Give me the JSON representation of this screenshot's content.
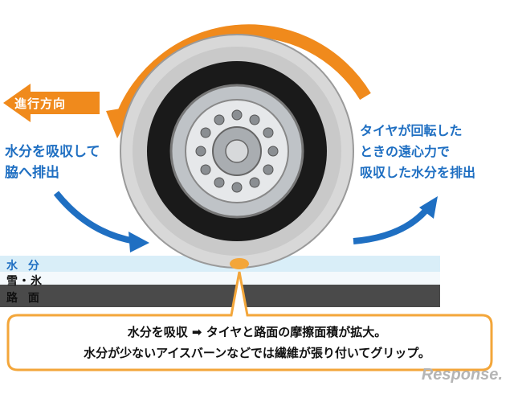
{
  "direction_label": "進行方向",
  "left_text": [
    "水分を吸収して",
    "脇へ排出"
  ],
  "right_text": [
    "タイヤが回転した",
    "ときの遠心力で",
    "吸収した水分を排出"
  ],
  "layers": {
    "water": "水 分",
    "snow_ice": "雪・氷",
    "road": "路 面"
  },
  "callout": {
    "line1": "水分を吸収 ➡ タイヤと路面の摩擦面積が拡大。",
    "line2": "水分が少ないアイスバーンなどでは繊維が張り付いてグリップ。"
  },
  "brand": "Response.",
  "colors": {
    "orange": "#f08a1c",
    "blue": "#1f6fc2",
    "road": "#4a4a4a",
    "water": "#d6eef8"
  }
}
